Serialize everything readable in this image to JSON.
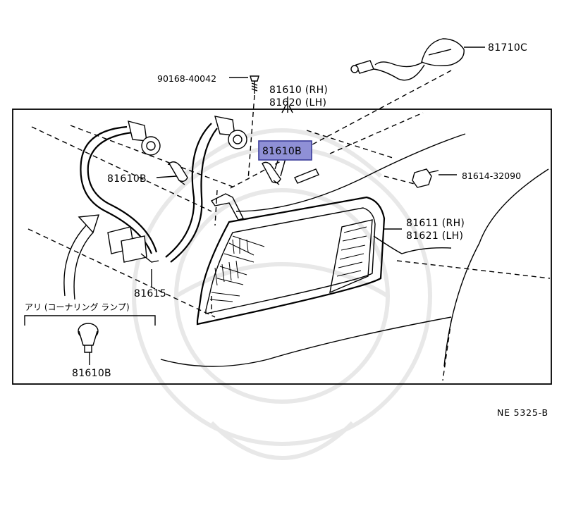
{
  "labels": {
    "screw": "90168-40042",
    "lamp_rh": "81610 (RH)",
    "lamp_lh": "81620 (LH)",
    "bulb_highlighted": "81610B",
    "bulb_left": "81610B",
    "bulb_cornering": "81610B",
    "clip": "81614-32090",
    "lens_rh": "81611 (RH)",
    "lens_lh": "81621 (LH)",
    "socket": "81615",
    "side_marker": "81710C",
    "cornering_note": "アリ (コーナリング ランプ)"
  },
  "diagram_code": "NE 5325-B",
  "colors": {
    "highlight_fill": "#8f90d6",
    "highlight_border": "#3a3c9a",
    "watermark": "#e6e6e6"
  }
}
